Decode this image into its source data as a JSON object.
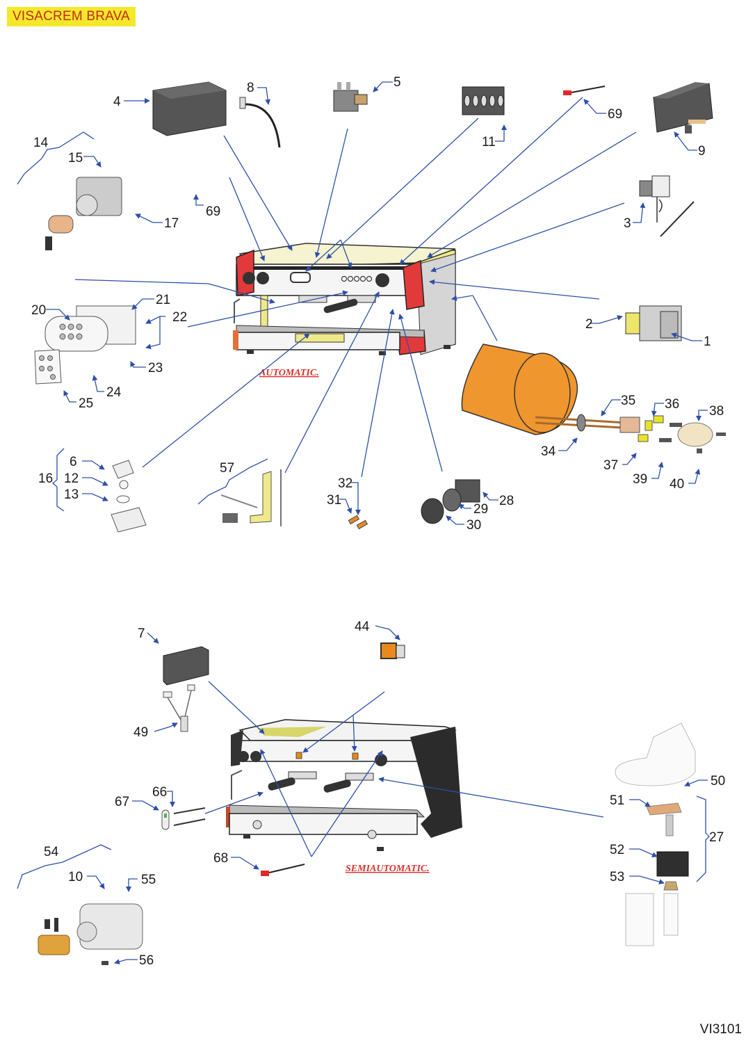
{
  "header": {
    "title": "VISACREM BRAVA"
  },
  "footer": {
    "doc_code": "VI3101"
  },
  "variants": {
    "automatic": "AUTOMATIC.",
    "semiautomatic": "SEMIAUTOMATIC."
  },
  "colors": {
    "title_bg": "#f4e82a",
    "title_text": "#c62a1e",
    "leader": "#2e4fa8",
    "variant_text": "#d9322a",
    "boiler": "#f0962e",
    "side_panel_red": "#e23a3a",
    "frame_yellow": "#efe98a"
  },
  "parts": {
    "p1": "1",
    "p2": "2",
    "p3": "3",
    "p4": "4",
    "p5": "5",
    "p6": "6",
    "p7": "7",
    "p8": "8",
    "p9": "9",
    "p10": "10",
    "p11": "11",
    "p12": "12",
    "p13": "13",
    "p14": "14",
    "p15": "15",
    "p16": "16",
    "p17": "17",
    "p20": "20",
    "p21": "21",
    "p22": "22",
    "p23": "23",
    "p24": "24",
    "p25": "25",
    "p27": "27",
    "p28": "28",
    "p29": "29",
    "p30": "30",
    "p31": "31",
    "p32": "32",
    "p34": "34",
    "p35": "35",
    "p36": "36",
    "p37": "37",
    "p38": "38",
    "p39": "39",
    "p40": "40",
    "p44": "44",
    "p49": "49",
    "p50": "50",
    "p51": "51",
    "p52": "52",
    "p53": "53",
    "p54": "54",
    "p55": "55",
    "p56": "56",
    "p57": "57",
    "p66": "66",
    "p67": "67",
    "p68": "68",
    "p69a": "69",
    "p69b": "69"
  },
  "components": [
    {
      "id": "contactor",
      "parts": [
        "1",
        "2"
      ]
    },
    {
      "id": "thermostat",
      "parts": [
        "3"
      ]
    },
    {
      "id": "control-box-automatic",
      "parts": [
        "4"
      ]
    },
    {
      "id": "relay",
      "parts": [
        "5"
      ]
    },
    {
      "id": "flowmeter",
      "parts": [
        "6",
        "12",
        "13",
        "16"
      ]
    },
    {
      "id": "control-box-semiautomatic",
      "parts": [
        "7"
      ]
    },
    {
      "id": "cable",
      "parts": [
        "8"
      ]
    },
    {
      "id": "pressure-switch",
      "parts": [
        "9"
      ]
    },
    {
      "id": "terminal-block",
      "parts": [
        "11"
      ]
    },
    {
      "id": "pump-motor-automatic",
      "parts": [
        "14",
        "15",
        "17"
      ]
    },
    {
      "id": "keypad",
      "parts": [
        "20",
        "21",
        "22",
        "23",
        "24",
        "25"
      ]
    },
    {
      "id": "solenoid-valve",
      "parts": [
        "27",
        "50",
        "51",
        "52",
        "53"
      ]
    },
    {
      "id": "switch-knob",
      "parts": [
        "28",
        "29",
        "30"
      ]
    },
    {
      "id": "warning-lights",
      "parts": [
        "31",
        "32"
      ]
    },
    {
      "id": "heating-element",
      "parts": [
        "34",
        "35",
        "36",
        "37",
        "38",
        "39",
        "40"
      ]
    },
    {
      "id": "rocker-switch",
      "parts": [
        "44"
      ]
    },
    {
      "id": "wiring-harness",
      "parts": [
        "49"
      ]
    },
    {
      "id": "pump-motor-semiautomatic",
      "parts": [
        "10",
        "54",
        "55",
        "56"
      ]
    },
    {
      "id": "level-probe-bracket",
      "parts": [
        "57"
      ]
    },
    {
      "id": "level-glass",
      "parts": [
        "66",
        "67"
      ]
    },
    {
      "id": "pilot-light",
      "parts": [
        "68",
        "69"
      ]
    }
  ]
}
